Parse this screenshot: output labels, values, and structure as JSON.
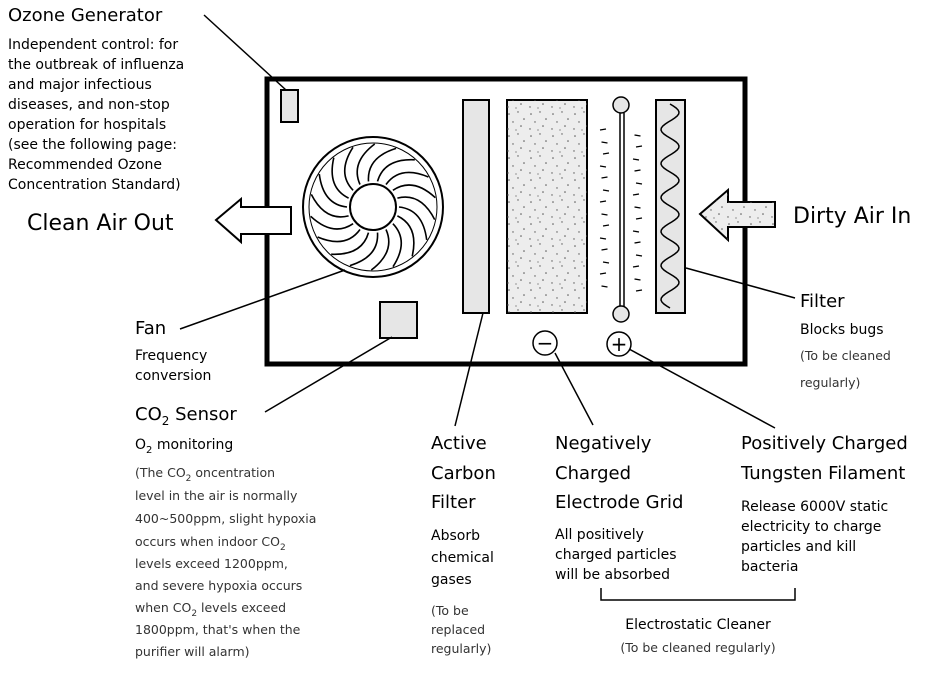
{
  "ozone": {
    "title": "Ozone Generator",
    "desc": [
      "Independent control: for",
      "the outbreak of influenza",
      "and major infectious",
      "diseases, and non-stop",
      "operation for hospitals",
      "(see the following page:",
      "Recommended Ozone",
      "Concentration Standard)"
    ]
  },
  "clean_air": {
    "label": "Clean Air Out"
  },
  "dirty_air": {
    "label": "Dirty Air In"
  },
  "fan": {
    "title": "Fan",
    "desc": [
      "Frequency",
      "conversion"
    ]
  },
  "co2": {
    "title_pre": "CO",
    "title_sub": "2",
    "title_post": " Sensor",
    "sub_pre": "O",
    "sub_sub": "2",
    "sub_post": " monitoring",
    "note": [
      {
        "pre": "(The CO",
        "sub": "2",
        "post": " oncentration"
      },
      {
        "pre": "level in the air is normally",
        "sub": "",
        "post": ""
      },
      {
        "pre": "400~500ppm, slight hypoxia",
        "sub": "",
        "post": ""
      },
      {
        "pre": "occurs when indoor CO",
        "sub": "2",
        "post": ""
      },
      {
        "pre": "levels exceed 1200ppm,",
        "sub": "",
        "post": ""
      },
      {
        "pre": "and severe hypoxia occurs",
        "sub": "",
        "post": ""
      },
      {
        "pre": "when CO",
        "sub": "2",
        "post": " levels exceed"
      },
      {
        "pre": "1800ppm, that's when the",
        "sub": "",
        "post": ""
      },
      {
        "pre": "purifier will alarm)",
        "sub": "",
        "post": ""
      }
    ]
  },
  "carbon": {
    "title": [
      "Active",
      "Carbon",
      "Filter"
    ],
    "desc": [
      "Absorb",
      "chemical",
      "gases"
    ],
    "note": [
      "(To be",
      "replaced",
      "regularly)"
    ]
  },
  "neg": {
    "title": [
      "Negatively",
      "Charged",
      "Electrode Grid"
    ],
    "desc": [
      "All positively",
      "charged particles",
      "will be absorbed"
    ]
  },
  "pos": {
    "title": [
      "Positively Charged",
      "Tungsten Filament"
    ],
    "desc": [
      "Release 6000V static",
      "electricity to charge",
      "particles and  kill",
      "bacteria"
    ]
  },
  "filter": {
    "title": "Filter",
    "desc": "Blocks bugs",
    "note": [
      "(To be cleaned",
      "regularly)"
    ]
  },
  "electrostatic": {
    "label": "Electrostatic Cleaner",
    "note": "(To be cleaned regularly)"
  },
  "symbols": {
    "minus": "−",
    "plus": "+"
  }
}
